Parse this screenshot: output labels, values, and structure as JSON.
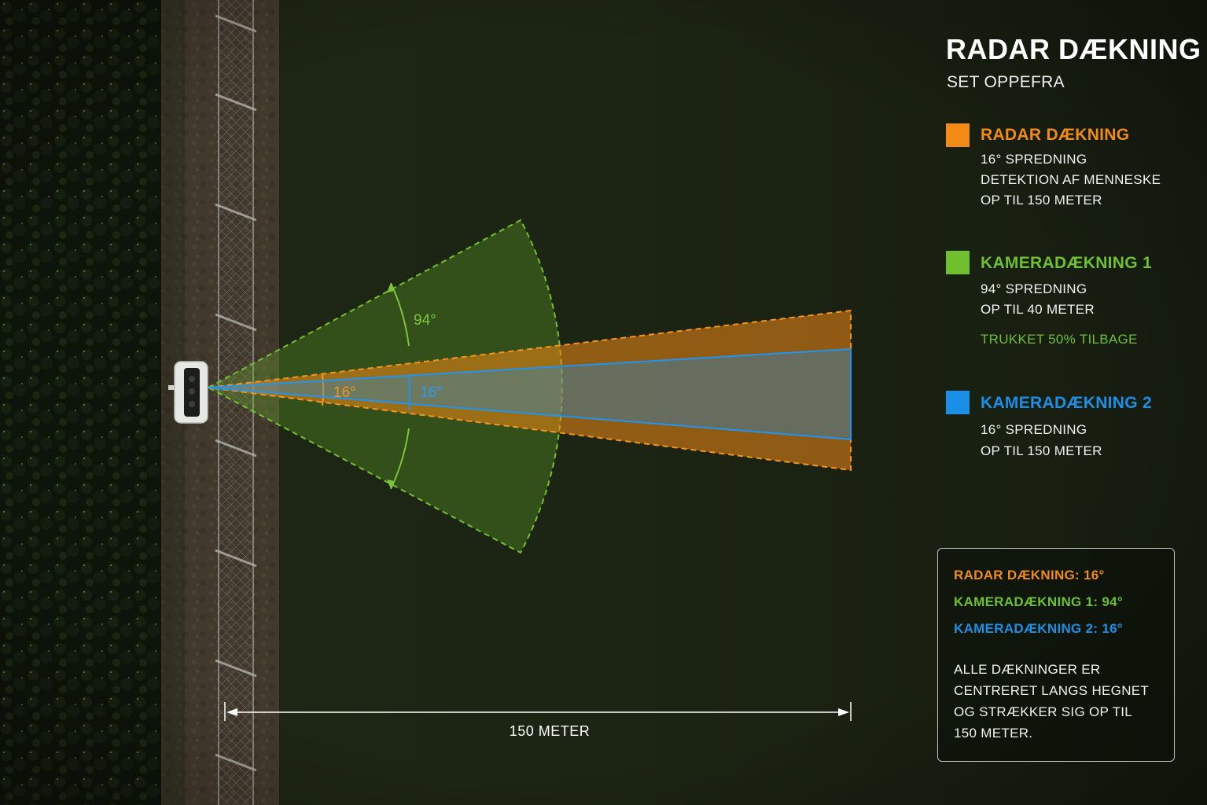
{
  "panel": {
    "title": "RADAR DÆKNING",
    "subtitle": "SET OPPEFRA"
  },
  "legend": [
    {
      "title": "RADAR DÆKNING",
      "color": "#f28a16",
      "lines": [
        "16° SPREDNING",
        "DETEKTION AF MENNESKE",
        "OP TIL 150 METER"
      ]
    },
    {
      "title": "KAMERADÆKNING 1",
      "color": "#6fbf2e",
      "lines": [
        "94° SPREDNING",
        "OP TIL 40 METER"
      ],
      "note": "TRUKKET 50% TILBAGE"
    },
    {
      "title": "KAMERADÆKNING 2",
      "color": "#1b8fe8",
      "lines": [
        "16° SPREDNING",
        "OP TIL 150 METER"
      ]
    }
  ],
  "summary": {
    "radar": "RADAR DÆKNING: 16°",
    "camera1": "KAMERADÆKNING 1: 94°",
    "camera2": "KAMERADÆKNING 2: 16°",
    "note_lines": [
      "ALLE DÆKNINGER ER",
      "CENTRERET LANGS HEGNET",
      "OG STRÆKKER SIG OP TIL",
      "150 METER."
    ]
  },
  "diagram": {
    "camera1_angle_label": "94°",
    "radar_angle_label": "16°",
    "camera2_angle_label": "16°",
    "distance_label": "150 METER"
  },
  "colors": {
    "radar": "#f28a16",
    "camera1": "#6fbf2e",
    "camera2": "#1b8fe8",
    "grass": "#1b2312",
    "path": "#4a3f33"
  },
  "icons": [
    "radar-camera-device-icon",
    "fence-icon"
  ]
}
